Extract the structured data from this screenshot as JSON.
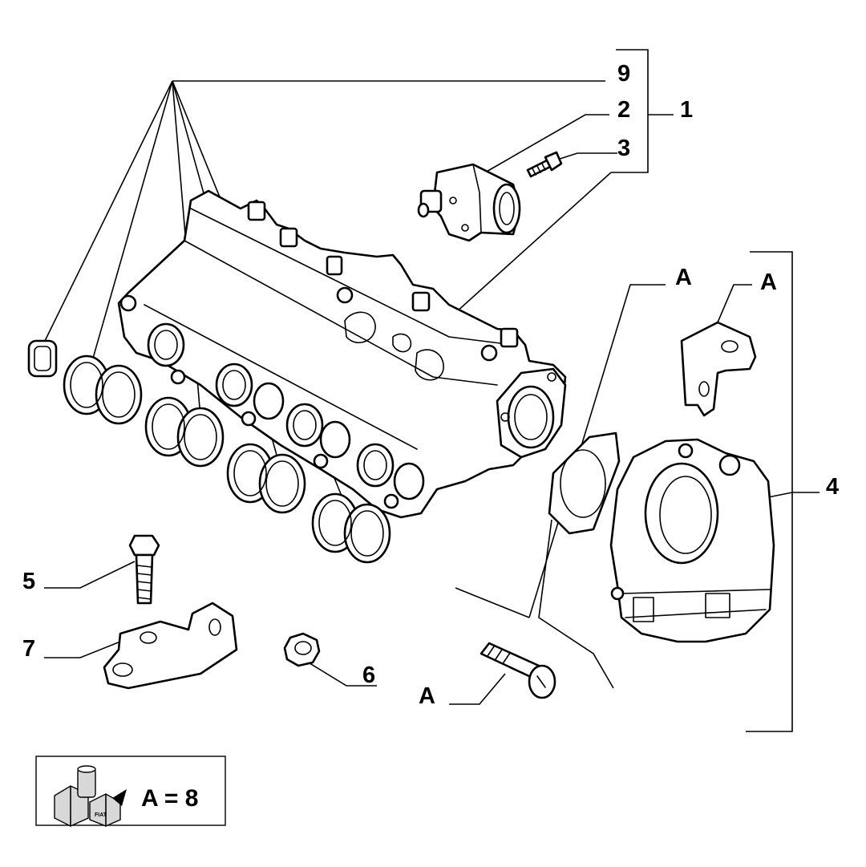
{
  "callouts": {
    "c9": "9",
    "c2": "2",
    "c1": "1",
    "c3": "3",
    "cA1": "A",
    "cA2": "A",
    "c4": "4",
    "c5": "5",
    "c7": "7",
    "c6": "6",
    "cA3": "A"
  },
  "legend": {
    "text": "A = 8",
    "icon": "fiat-parts-box-icon",
    "icon_label": "FIAT"
  }
}
